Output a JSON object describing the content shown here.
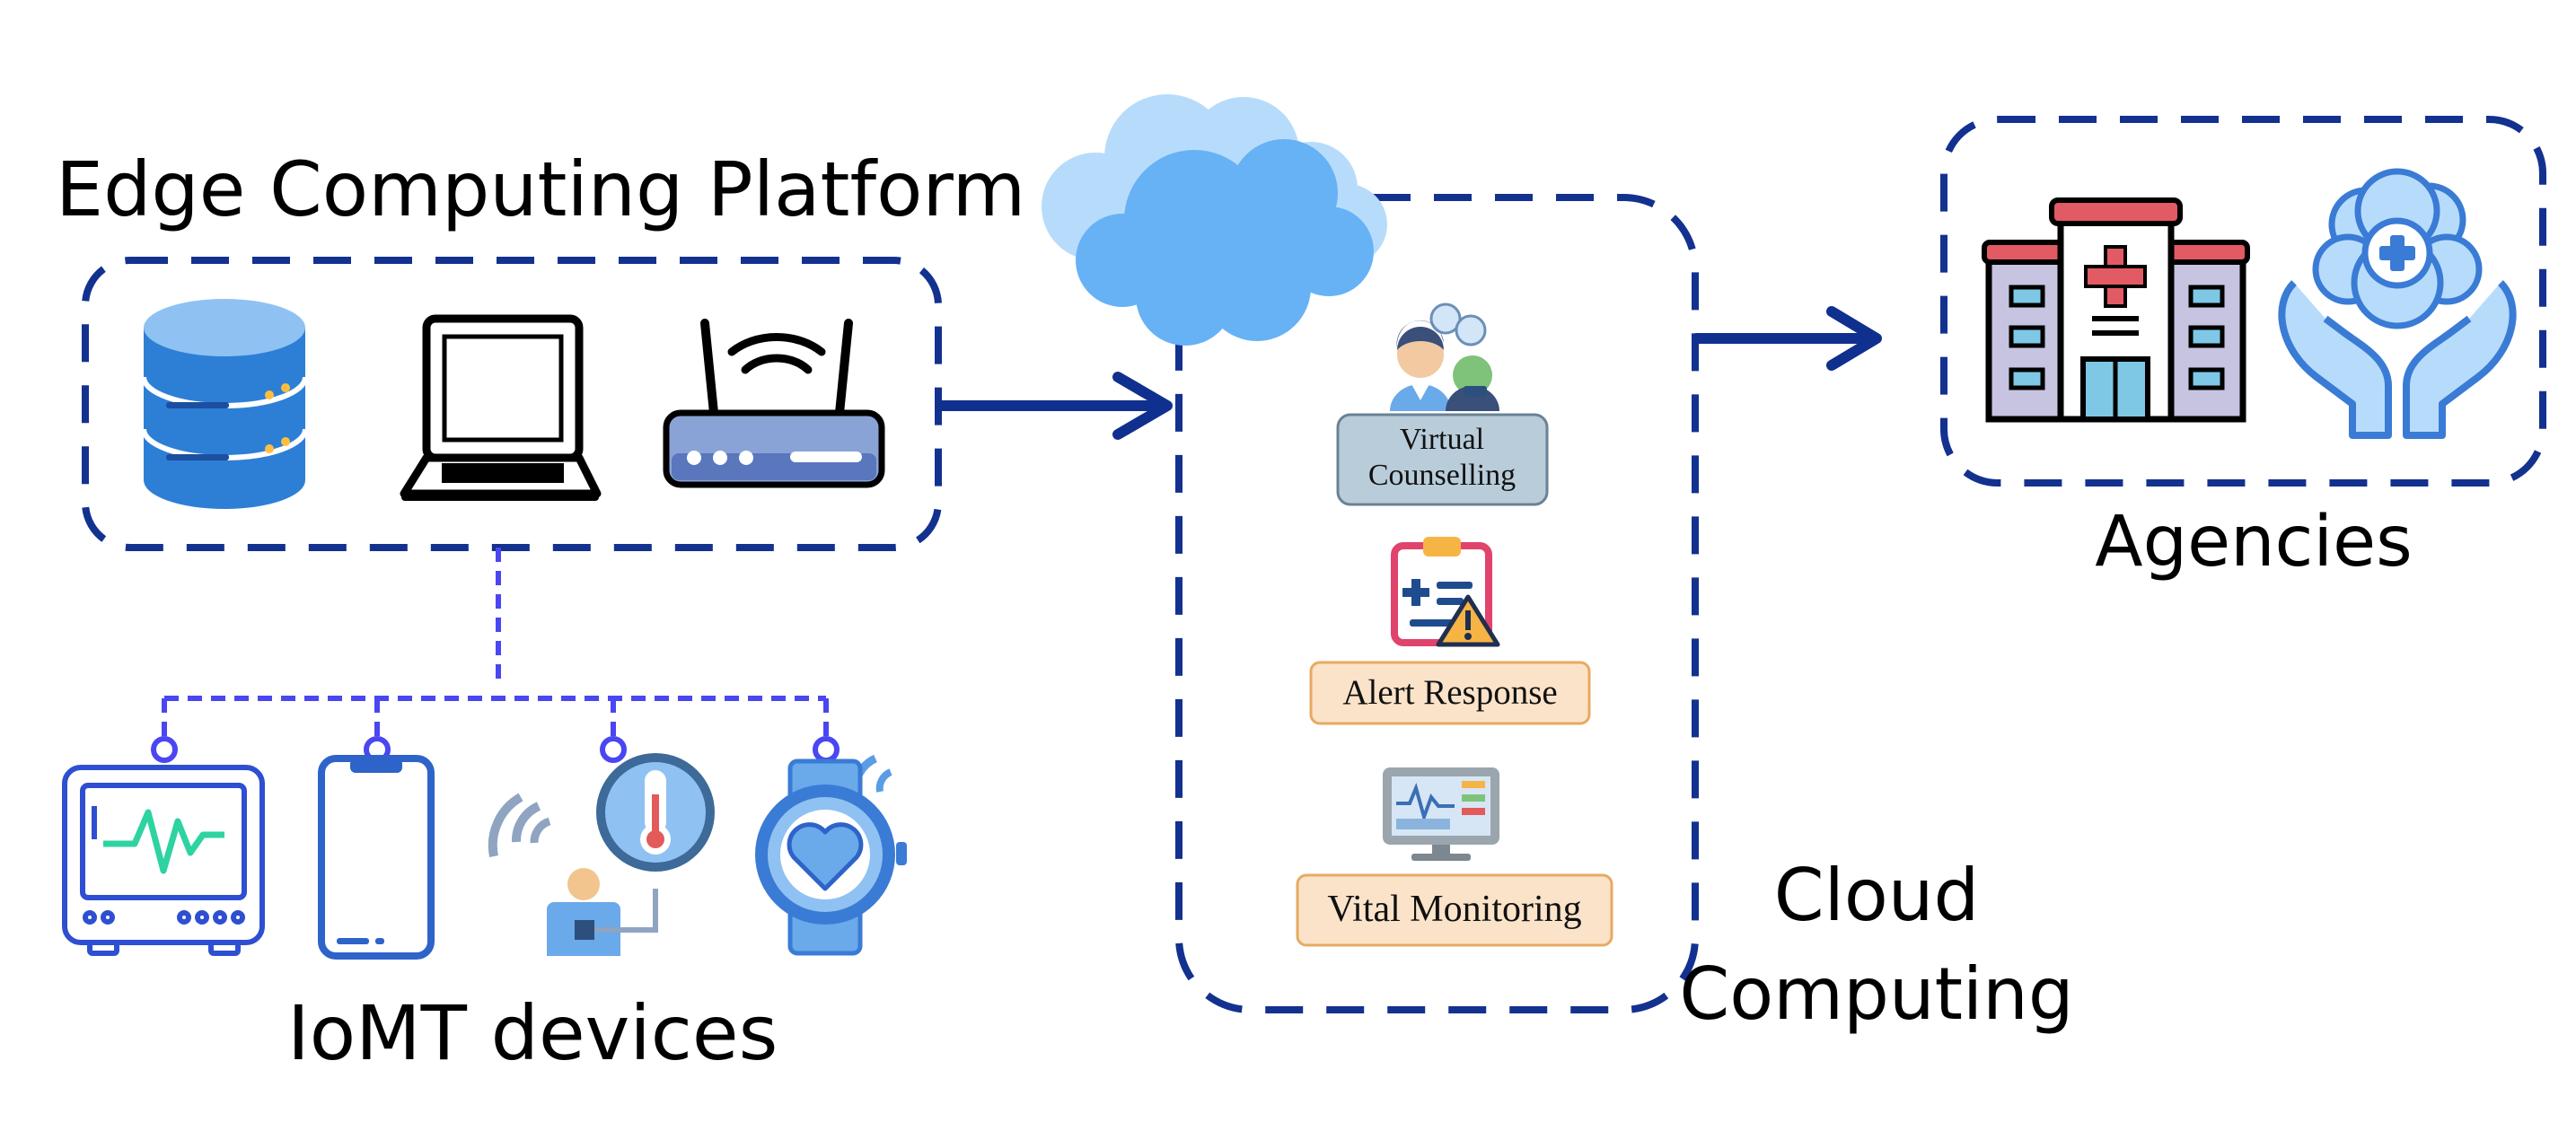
{
  "labels": {
    "edge_platform": "Edge Computing Platform",
    "iomt_devices": "IoMT devices",
    "cloud_line1": "Cloud",
    "cloud_line2": "Computing",
    "agencies": "Agencies"
  },
  "services": {
    "virtual_line1": "Virtual",
    "virtual_line2": "Counselling",
    "alert": "Alert Response",
    "vital": "Vital Monitoring"
  },
  "colors": {
    "border": "#13318f",
    "arrow": "#10308f",
    "connector": "#4a46f2",
    "device_blue": "#2e63c9",
    "cloud": "#67b2f5",
    "cloud_back": "#b7dcfb",
    "virtual_box": "#b9ccd9",
    "alert_box": "#fbe3c9",
    "vital_box": "#fbe3c9",
    "box_border": "#e7aa62"
  },
  "icons": {
    "edge": [
      "database-icon",
      "laptop-icon",
      "router-icon"
    ],
    "iomt": [
      "patient-monitor-icon",
      "smartphone-icon",
      "thermometer-sensor-icon",
      "smartwatch-icon"
    ],
    "services": [
      "counselling-icon",
      "clipboard-alert-icon",
      "monitoring-screen-icon"
    ],
    "agencies": [
      "hospital-icon",
      "care-hands-icon"
    ]
  }
}
